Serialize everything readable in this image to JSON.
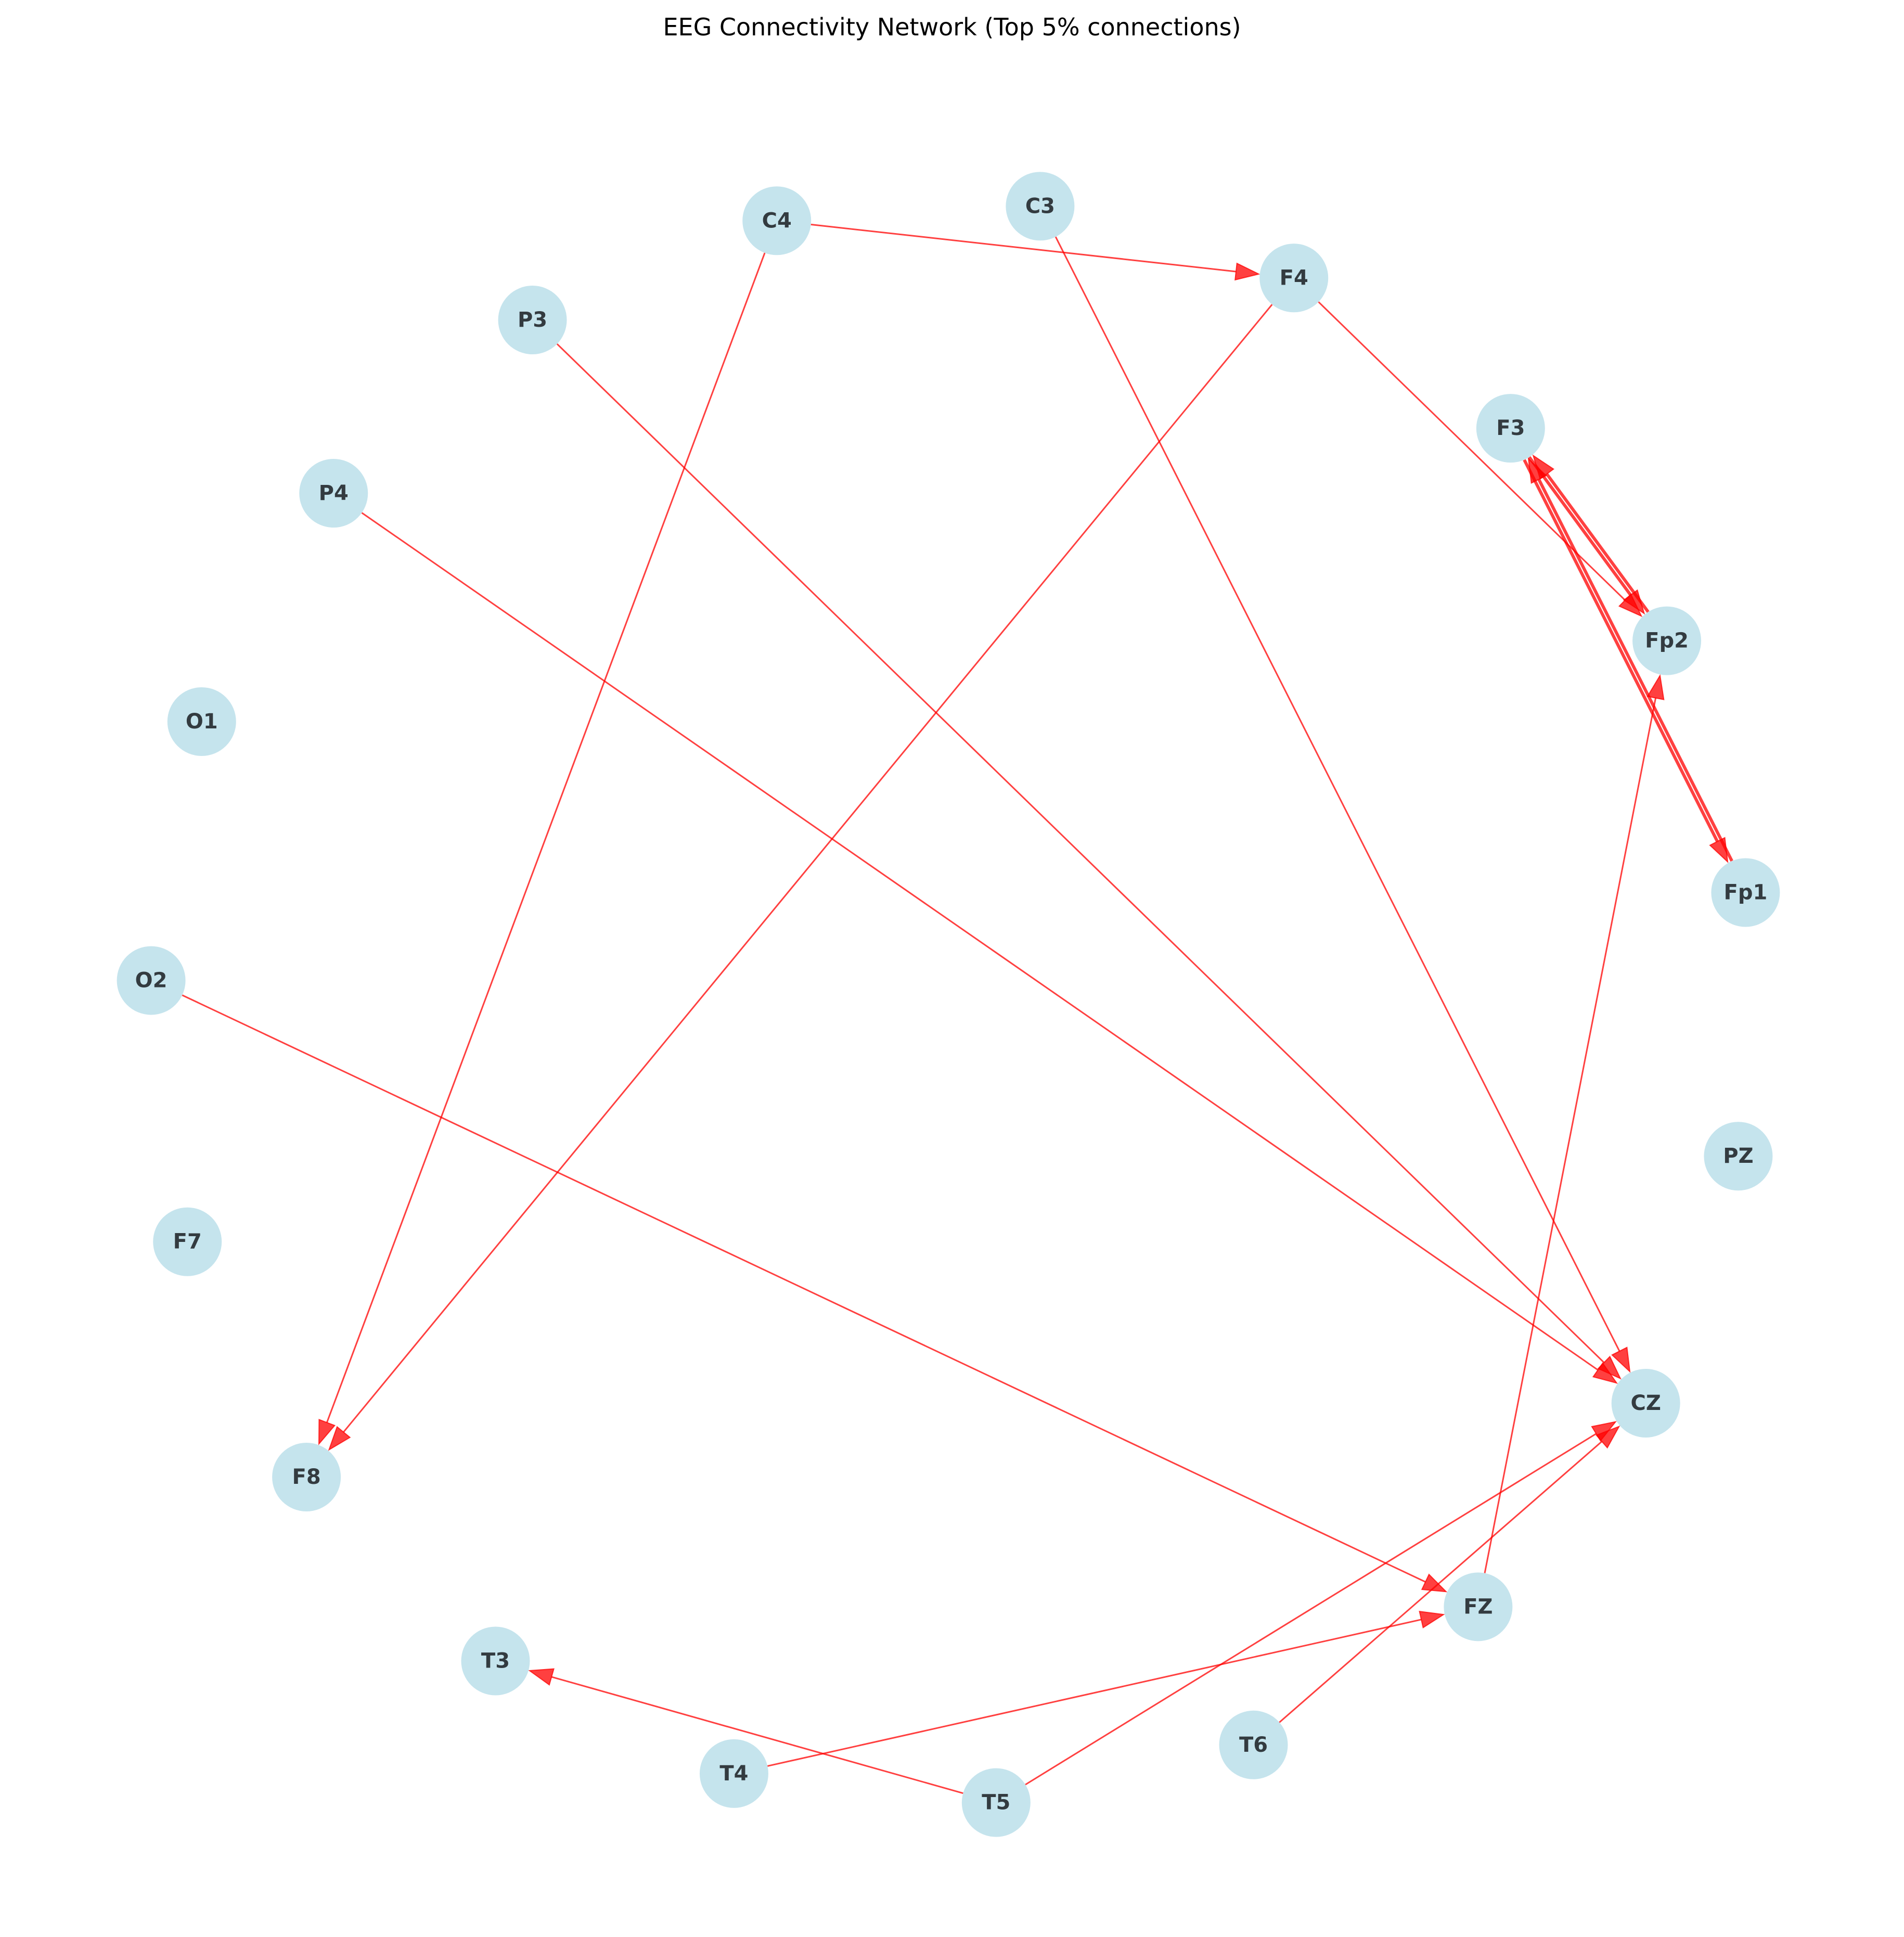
{
  "title": "EEG Connectivity Network (Top 5% connections)",
  "colors": {
    "node_fill": "#add8e6",
    "edge": "#ff0000",
    "label": "#333b40"
  },
  "nodes": [
    {
      "id": "CZ"
    },
    {
      "id": "PZ"
    },
    {
      "id": "Fp1"
    },
    {
      "id": "Fp2"
    },
    {
      "id": "F3"
    },
    {
      "id": "F4"
    },
    {
      "id": "C3"
    },
    {
      "id": "C4"
    },
    {
      "id": "P3"
    },
    {
      "id": "P4"
    },
    {
      "id": "O1"
    },
    {
      "id": "O2"
    },
    {
      "id": "F7"
    },
    {
      "id": "F8"
    },
    {
      "id": "T3"
    },
    {
      "id": "T4"
    },
    {
      "id": "T5"
    },
    {
      "id": "T6"
    },
    {
      "id": "FZ"
    }
  ],
  "edges": [
    {
      "source": "C4",
      "target": "F4",
      "strength": 1
    },
    {
      "source": "C4",
      "target": "F8",
      "strength": 1
    },
    {
      "source": "F4",
      "target": "F8",
      "strength": 1
    },
    {
      "source": "F4",
      "target": "Fp2",
      "strength": 1
    },
    {
      "source": "P3",
      "target": "CZ",
      "strength": 1
    },
    {
      "source": "P4",
      "target": "CZ",
      "strength": 1
    },
    {
      "source": "C3",
      "target": "CZ",
      "strength": 1
    },
    {
      "source": "F3",
      "target": "Fp2",
      "strength": 2
    },
    {
      "source": "Fp2",
      "target": "F3",
      "strength": 2
    },
    {
      "source": "F3",
      "target": "Fp1",
      "strength": 2
    },
    {
      "source": "Fp1",
      "target": "F3",
      "strength": 2
    },
    {
      "source": "FZ",
      "target": "Fp2",
      "strength": 1
    },
    {
      "source": "O2",
      "target": "FZ",
      "strength": 1
    },
    {
      "source": "T4",
      "target": "FZ",
      "strength": 1
    },
    {
      "source": "T5",
      "target": "T3",
      "strength": 1
    },
    {
      "source": "T5",
      "target": "CZ",
      "strength": 1
    },
    {
      "source": "T6",
      "target": "CZ",
      "strength": 1
    }
  ]
}
